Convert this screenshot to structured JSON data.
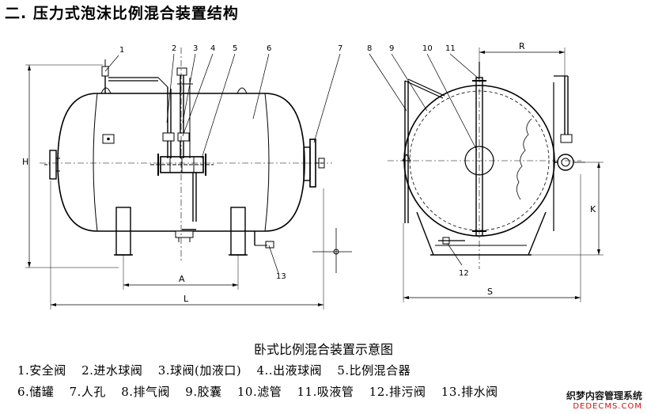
{
  "heading": "二. 压力式泡沫比例混合装置结构",
  "caption": "卧式比例混合装置示意图",
  "legend": {
    "row1": [
      "1.安全阀",
      "2.进水球阀",
      "3.球阀(加液口)",
      "4..出液球阀",
      "5.比例混合器"
    ],
    "row2": [
      "6.储罐",
      "7.人孔",
      "8.排气阀",
      "9.胶囊",
      "10.滤管",
      "11.吸液管",
      "12.排污阀",
      "13.排水阀"
    ]
  },
  "callouts": {
    "left": [
      "1",
      "2",
      "3",
      "4",
      "5",
      "6",
      "7",
      "13"
    ],
    "right": [
      "8",
      "9",
      "10",
      "11",
      "12"
    ]
  },
  "dimensions": {
    "H": "H",
    "A": "A",
    "L": "L",
    "R": "R",
    "K": "K",
    "S": "S"
  },
  "watermark": {
    "top": "织梦内容管理系统",
    "bottom": "DEDECMS.COM"
  }
}
